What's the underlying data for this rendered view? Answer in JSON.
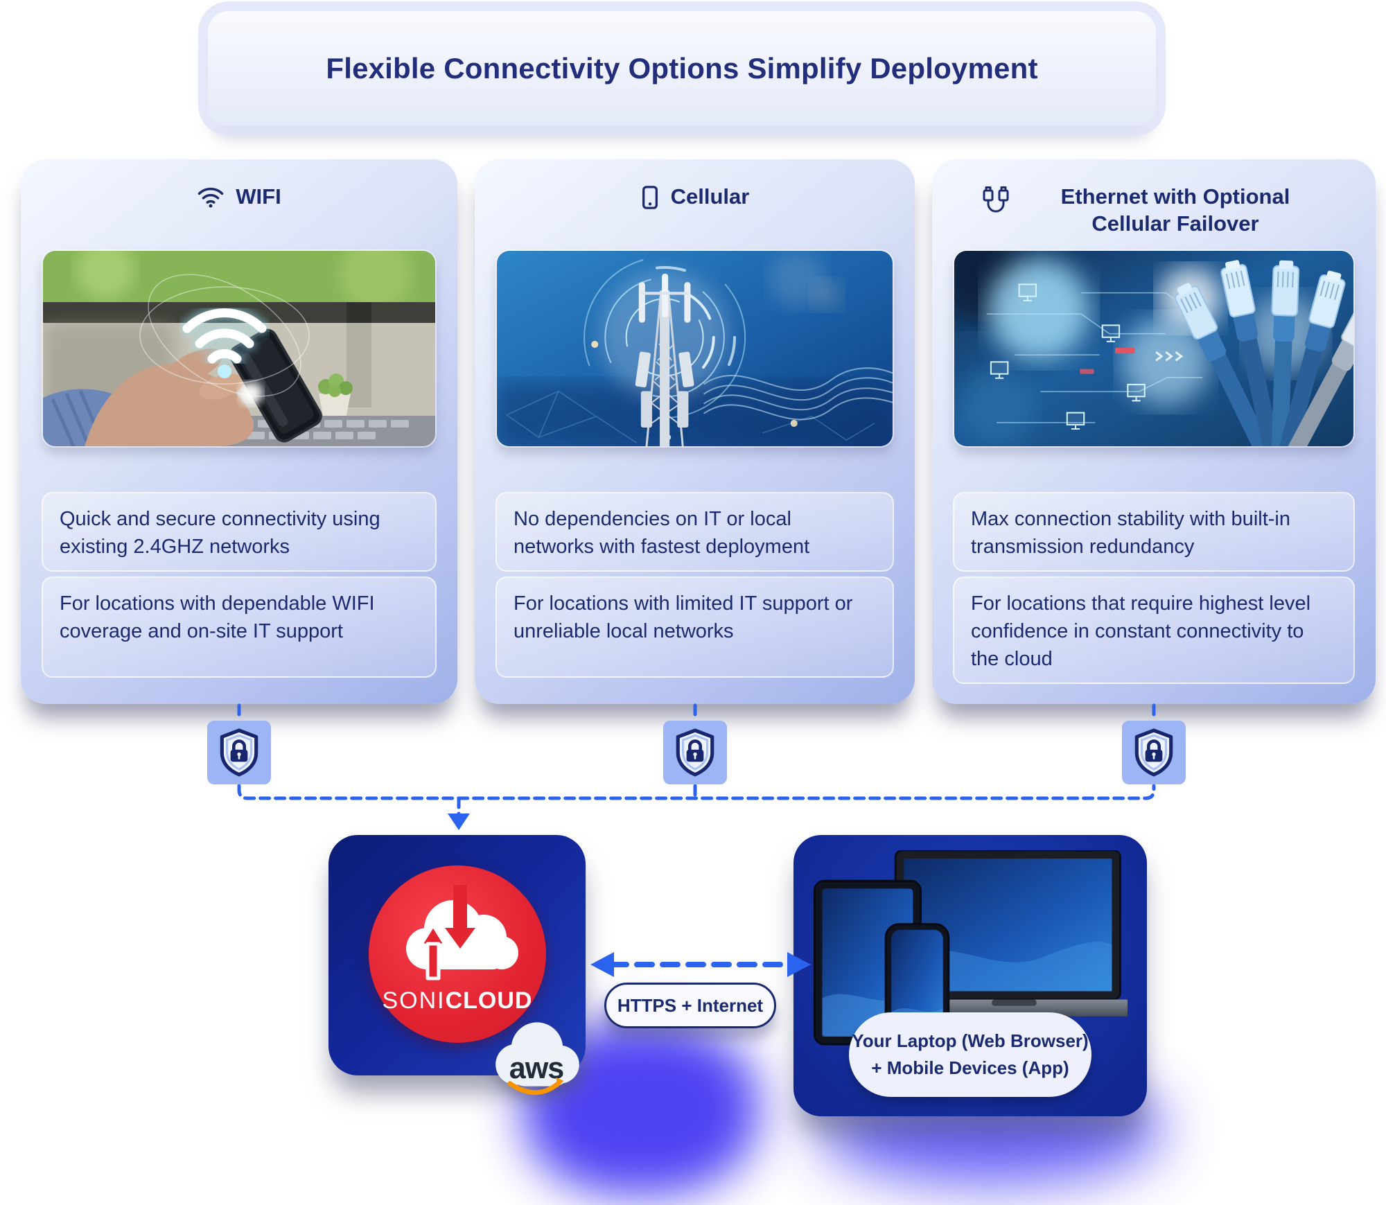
{
  "header": {
    "title": "Flexible Connectivity Options Simplify Deployment"
  },
  "cards": [
    {
      "title": "WIFI",
      "icon": "wifi-icon",
      "benefit": "Quick and secure connectivity using existing 2.4GHZ networks",
      "use_case": "For locations with dependable WIFI coverage and on-site IT support",
      "image": "hand-using-smartphone-with-wifi-signal"
    },
    {
      "title": "Cellular",
      "icon": "smartphone-icon",
      "benefit": "No dependencies on IT or local networks with fastest deployment",
      "use_case": "For locations with limited IT support or unreliable local networks",
      "image": "cellular-tower-with-signal-rings"
    },
    {
      "title": "Ethernet with Optional Cellular Failover",
      "icon": "ethernet-cables-icon",
      "benefit": "Max connection stability with built-in transmission redundancy",
      "use_case": "For locations that require highest level confidence in constant connectivity to the cloud",
      "image": "ethernet-network-cables"
    }
  ],
  "security": {
    "icon": "shield-lock-icon"
  },
  "cloud_platform": {
    "brand_prefix": "SONI",
    "brand_suffix": "CLOUD",
    "hosting_label": "aws"
  },
  "connection": {
    "label": "HTTPS + Internet"
  },
  "devices": {
    "label_line1": "Your Laptop (Web Browser)",
    "label_line2": "+ Mobile Devices (App)"
  },
  "colors": {
    "navy_text": "#1b2a6e",
    "title_navy": "#222e7c",
    "dash_blue": "#2c63ee",
    "card_gradient_start": "#f4f7fe",
    "card_gradient_end": "#9fb1e9",
    "lock_square": "#9db5f4",
    "deep_blue_box": "#14279a",
    "logo_red": "#e22331",
    "aws_orange": "#f79400",
    "glow_blue": "#4539f2"
  }
}
